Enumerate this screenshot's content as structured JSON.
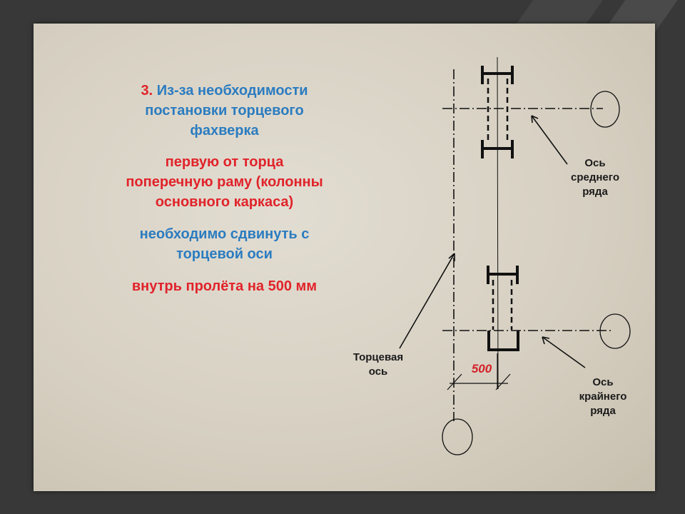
{
  "text": {
    "number": "3.",
    "line1": "Из-за необходимости",
    "line2": "постановки торцевого",
    "line3": "фахверка",
    "line4": "первую от торца",
    "line5": "поперечную раму (колонны",
    "line6": "основного каркаса)",
    "line7": "необходимо сдвинуть с",
    "line8": "торцевой оси",
    "line9": "внутрь пролёта на 500 мм"
  },
  "diagram": {
    "label_middle_row": [
      "Ось",
      "среднего",
      "ряда"
    ],
    "label_edge_row": [
      "Ось",
      "крайнего",
      "ряда"
    ],
    "label_end_axis": [
      "Торцевая",
      "ось"
    ],
    "dimension": "500"
  },
  "colors": {
    "blue": "#2b7cc0",
    "red": "#e1232a",
    "frame": "#383838",
    "paper": "#dcd6ca"
  }
}
